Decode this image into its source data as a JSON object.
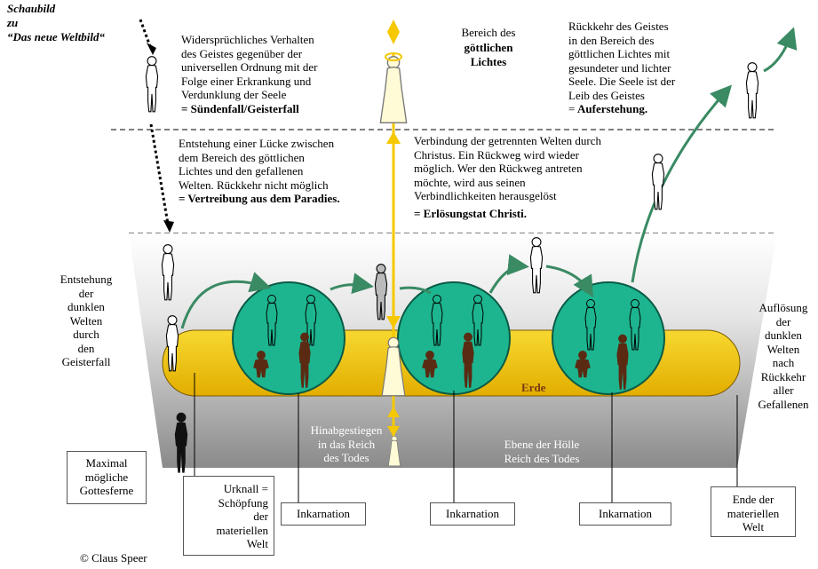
{
  "title": {
    "line1": "Schaubild",
    "line2": "zu",
    "line3": "“Das neue Weltbild“"
  },
  "fall_text": "Widersprüchliches Verhalten\ndes Geistes gegenüber der\nuniversellen Ordnung mit  der\nFolge einer Erkrankung und\nVerdunklung der Seele",
  "fall_label": "= Sündenfall/Geisterfall",
  "divine_text": "Bereich des",
  "divine_bold": "göttlichen\nLichtes",
  "return_text": "Rückkehr des Geistes\nin den Bereich des\ngöttlichen Lichtes mit\ngesundeter  und lichter\nSeele. Die Seele ist der\nLeib des Geistes",
  "return_label": "Auferstehung.",
  "gap_text": "Entstehung einer Lücke zwischen\ndem Bereich des göttlichen\nLichtes und den gefallenen\nWelten. Rückkehr nicht möglich",
  "gap_label": "= Vertreibung aus dem Paradies.",
  "redemption_text": "Verbindung der getrennten Welten durch\nChristus.  Ein Rückweg wird wieder\nmöglich. Wer den Rückweg antreten\nmöchte, wird  aus seinen\nVerbindlichkeiten  herausgelöst",
  "redemption_label": "= Erlösungstat Christi.",
  "dark_worlds_text": "Entstehung\nder\ndunklen\nWelten\ndurch\nden\nGeisterfall",
  "dissolution_text": "Auflösung\nder\ndunklen\nWelten\nnach\nRückkehr\naller\nGefallenen",
  "earth_label": "Erde",
  "descent_text": "Hinabgestiegen\nin das Reich\ndes Todes",
  "hell_text": "Ebene der Hölle\nReich des Todes",
  "boxes": {
    "max_distance": "Maximal\nmögliche\nGottesferne",
    "big_bang": "Urknall =\nSchöpfung\nder\nmateriellen\nWelt",
    "incarnation1": "Inkarnation",
    "incarnation2": "Inkarnation",
    "incarnation3": "Inkarnation",
    "end": "Ende der\nmateriellen\nWelt"
  },
  "copyright": "© Claus Speer",
  "colors": {
    "bubble": "#1db58f",
    "earth": "#f2c200",
    "earth_label": "#7a3a14",
    "light_ray": "#f5c800",
    "green_arrow": "#3a8a64",
    "figure_dark": "#5a2a12",
    "figure_light": "#fffbd6"
  }
}
